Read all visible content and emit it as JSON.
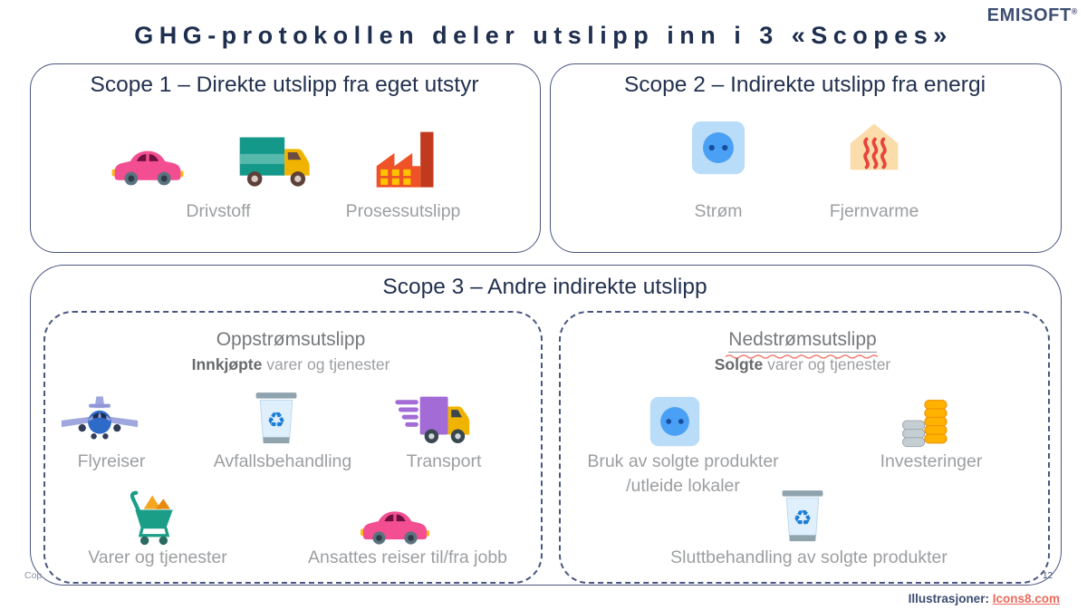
{
  "title": "GHG-protokollen deler utslipp inn i 3 «Scopes»",
  "logo": {
    "text": "EMISOFT",
    "mark": "®"
  },
  "scope1": {
    "title": "Scope 1 – Direkte utslipp fra eget utstyr",
    "label_fuel": "Drivstoff",
    "label_process": "Prosessutslipp"
  },
  "scope2": {
    "title": "Scope 2 – Indirekte utslipp fra energi",
    "label_electricity": "Strøm",
    "label_district_heating": "Fjernvarme"
  },
  "scope3": {
    "title": "Scope 3 – Andre indirekte utslipp",
    "upstream": {
      "heading": "Oppstrømsutslipp",
      "subheading_lead": "Innkjøpte",
      "subheading_rest": " varer og tjenester",
      "label_flights": "Flyreiser",
      "label_waste": "Avfallsbehandling",
      "label_transport": "Transport",
      "label_goods": "Varer og tjenester",
      "label_commute": "Ansattes reiser til/fra jobb"
    },
    "downstream": {
      "heading": "Nedstrømsutslipp",
      "subheading_lead": "Solgte",
      "subheading_rest": " varer og tjenester",
      "label_use_line1": "Bruk av solgte produkter",
      "label_use_line2": "/utleide lokaler",
      "label_investments": "Investeringer",
      "label_end_of_life": "Sluttbehandling av solgte produkter"
    }
  },
  "footer": {
    "copyright_partial": "Cop",
    "page_number": "12",
    "credit_label": "Illustrasjoner:",
    "credit_link": "Icons8.com"
  },
  "icons": {
    "scope1": [
      "car-icon",
      "delivery-truck-icon",
      "factory-icon"
    ],
    "scope2": [
      "power-socket-icon",
      "district-heating-icon"
    ],
    "scope3_upstream": [
      "airplane-icon",
      "recycle-bin-icon",
      "fast-truck-icon",
      "shopping-cart-icon",
      "car-icon"
    ],
    "scope3_downstream": [
      "power-socket-icon",
      "coins-icon",
      "recycle-bin-icon"
    ]
  },
  "colors": {
    "navy_text": "#22314f",
    "border_navy": "#4a5680",
    "gray_label": "#9c9ea1",
    "gray_heading": "#76787b",
    "link_red": "#ee6a5c"
  }
}
